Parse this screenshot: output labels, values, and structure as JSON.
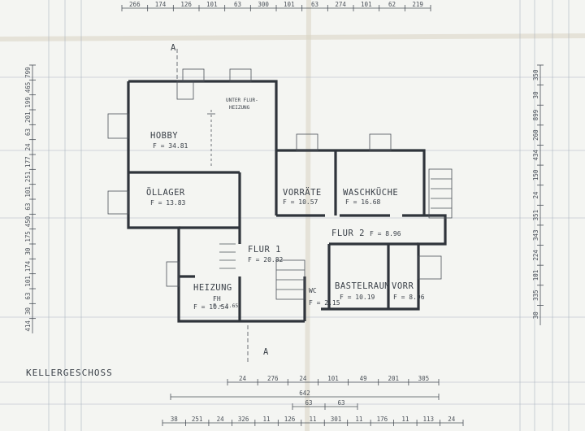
{
  "title": "KELLERGESCHOSS",
  "section_marks": [
    "A",
    "A"
  ],
  "rooms": [
    {
      "name": "HOBBY",
      "area": "F = 34.81"
    },
    {
      "name": "ÖLLAGER",
      "area": "F = 13.83"
    },
    {
      "name": "VORRÄTE",
      "area": "F = 10.57"
    },
    {
      "name": "WASCHKÜCHE",
      "area": "F = 16.68"
    },
    {
      "name": "FLUR 1",
      "area": "F = 20.82"
    },
    {
      "name": "FLUR 2",
      "area": "F = 8.96"
    },
    {
      "name": "HEIZUNG",
      "area": "F = 10.54"
    },
    {
      "name": "BASTELRAUM",
      "area": "F = 10.19"
    },
    {
      "name": "VORR",
      "area": "F = 8.96"
    },
    {
      "name": "WC",
      "area": "F = 2.15"
    }
  ],
  "labels": {
    "fh": "FH",
    "fh_area": "F = 1.65",
    "notes": [
      "UNTER FLUR-",
      "HEIZUNG"
    ]
  },
  "dimensions": {
    "top": [
      "266",
      "174",
      "126",
      "101",
      "63",
      "300",
      "101",
      "63",
      "274",
      "101",
      "62",
      "219"
    ],
    "bottom_outer": [
      "38",
      "251",
      "24",
      "326",
      "11",
      "126",
      "11",
      "301",
      "11",
      "176",
      "11",
      "113",
      "24"
    ],
    "bottom_mid": [
      "642"
    ],
    "bottom_inner": [
      "24",
      "276",
      "24",
      "101",
      "49",
      "201",
      "305"
    ],
    "bottom_sub": [
      "63",
      "63"
    ],
    "left": [
      "799",
      "465",
      "199",
      "201",
      "63",
      "24",
      "177",
      "251",
      "101",
      "63",
      "450",
      "175",
      "30",
      "174",
      "101",
      "63",
      "30",
      "414"
    ],
    "right": [
      "350",
      "30",
      "899",
      "260",
      "434",
      "150",
      "24",
      "351",
      "343",
      "224",
      "101",
      "335",
      "30"
    ]
  }
}
